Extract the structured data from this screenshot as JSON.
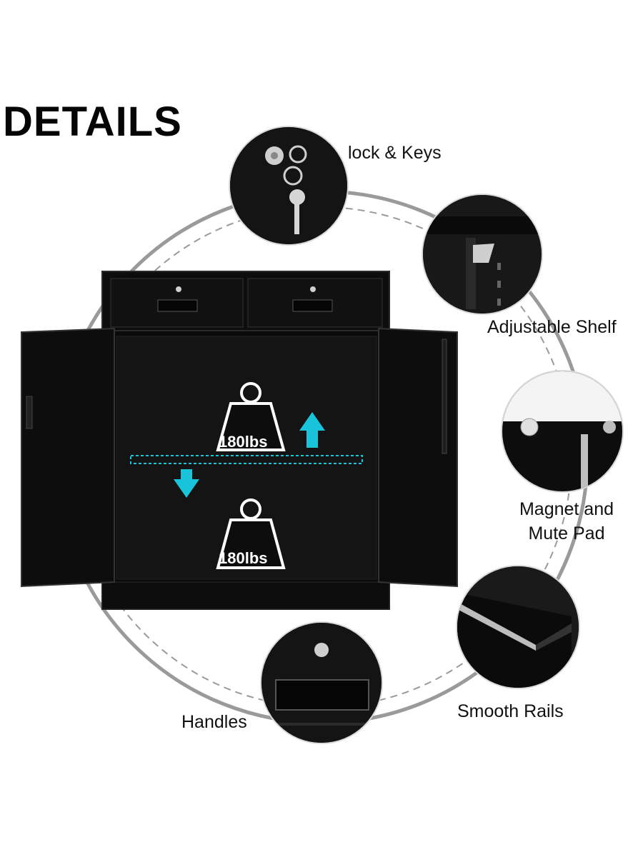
{
  "heading": "DETAILS",
  "callouts": {
    "lock": "lock & Keys",
    "shelf": "Adjustable Shelf",
    "magnet_line1": "Magnet and",
    "magnet_line2": "Mute Pad",
    "rails": "Smooth Rails",
    "handles": "Handles"
  },
  "capacity": {
    "upper": "180lbs",
    "lower": "180lbs"
  },
  "colors": {
    "cabinet": "#0d0d0d",
    "accent_arrow": "#19c3d9",
    "ring": "#9a9a9a"
  }
}
